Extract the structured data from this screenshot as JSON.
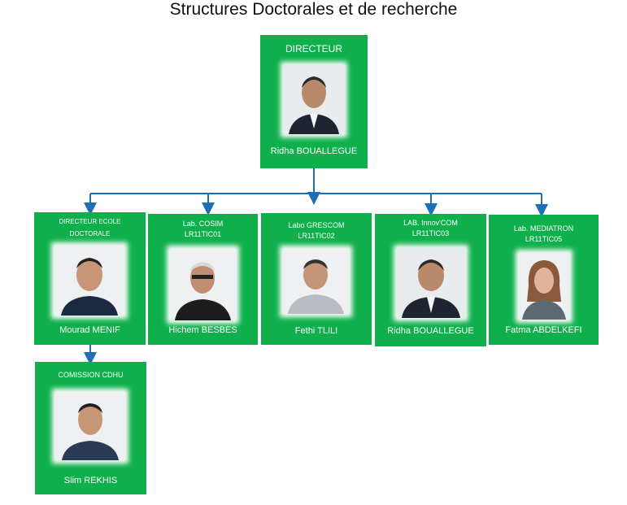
{
  "title": "Structures Doctorales et de recherche",
  "director": {
    "role": "DIRECTEUR",
    "name": "Ridha BOUALLEGUE"
  },
  "units": [
    {
      "role_line1": "DIRECTEUR ECOLE",
      "role_line2": "DOCTORALE",
      "name": "Mourad MENIF"
    },
    {
      "role_line1": "Lab. COSIM",
      "role_line2": "LR11TIC01",
      "name": "Hichem BESBES"
    },
    {
      "role_line1": "Labo GRESCOM",
      "role_line2": "LR11TIC02",
      "name": "Fethi TLILI"
    },
    {
      "role_line1": "LAB. Innov'COM",
      "role_line2": "LR11TIC03",
      "name": "Ridha BOUALLEGUE"
    },
    {
      "role_line1": "Lab. MEDIATRON",
      "role_line2": "LR11TIC05",
      "name": "Fatma ABDELKEFI"
    }
  ],
  "commission": {
    "role": "COMISSION CDHU",
    "name": "Slim REKHIS"
  },
  "colors": {
    "card": "#0fb04c",
    "connector": "#1f6fb8",
    "text": "#ffffff"
  }
}
